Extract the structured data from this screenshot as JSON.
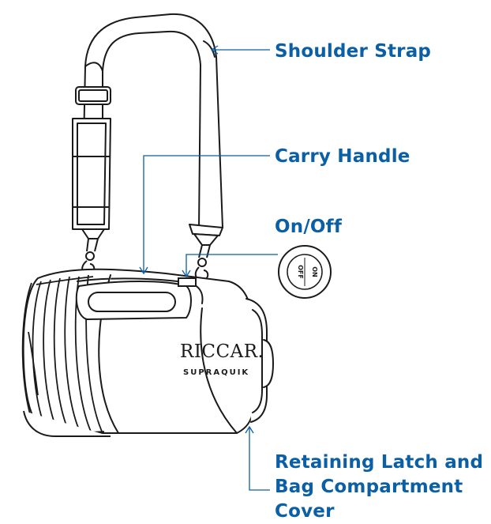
{
  "colors": {
    "accent": "#0b5fa5",
    "outline": "#1a1a1a",
    "background": "#ffffff"
  },
  "labels": {
    "shoulder_strap": "Shoulder Strap",
    "carry_handle": "Carry Handle",
    "on_off": "On/Off",
    "retaining_latch_line1": "Retaining Latch and",
    "retaining_latch_line2": "Bag Compartment",
    "retaining_latch_line3": "Cover"
  },
  "product": {
    "brand": "RICCAR.",
    "model": "SUPRAQUIK"
  },
  "switch": {
    "off_text": "OFF",
    "on_text": "ON"
  }
}
